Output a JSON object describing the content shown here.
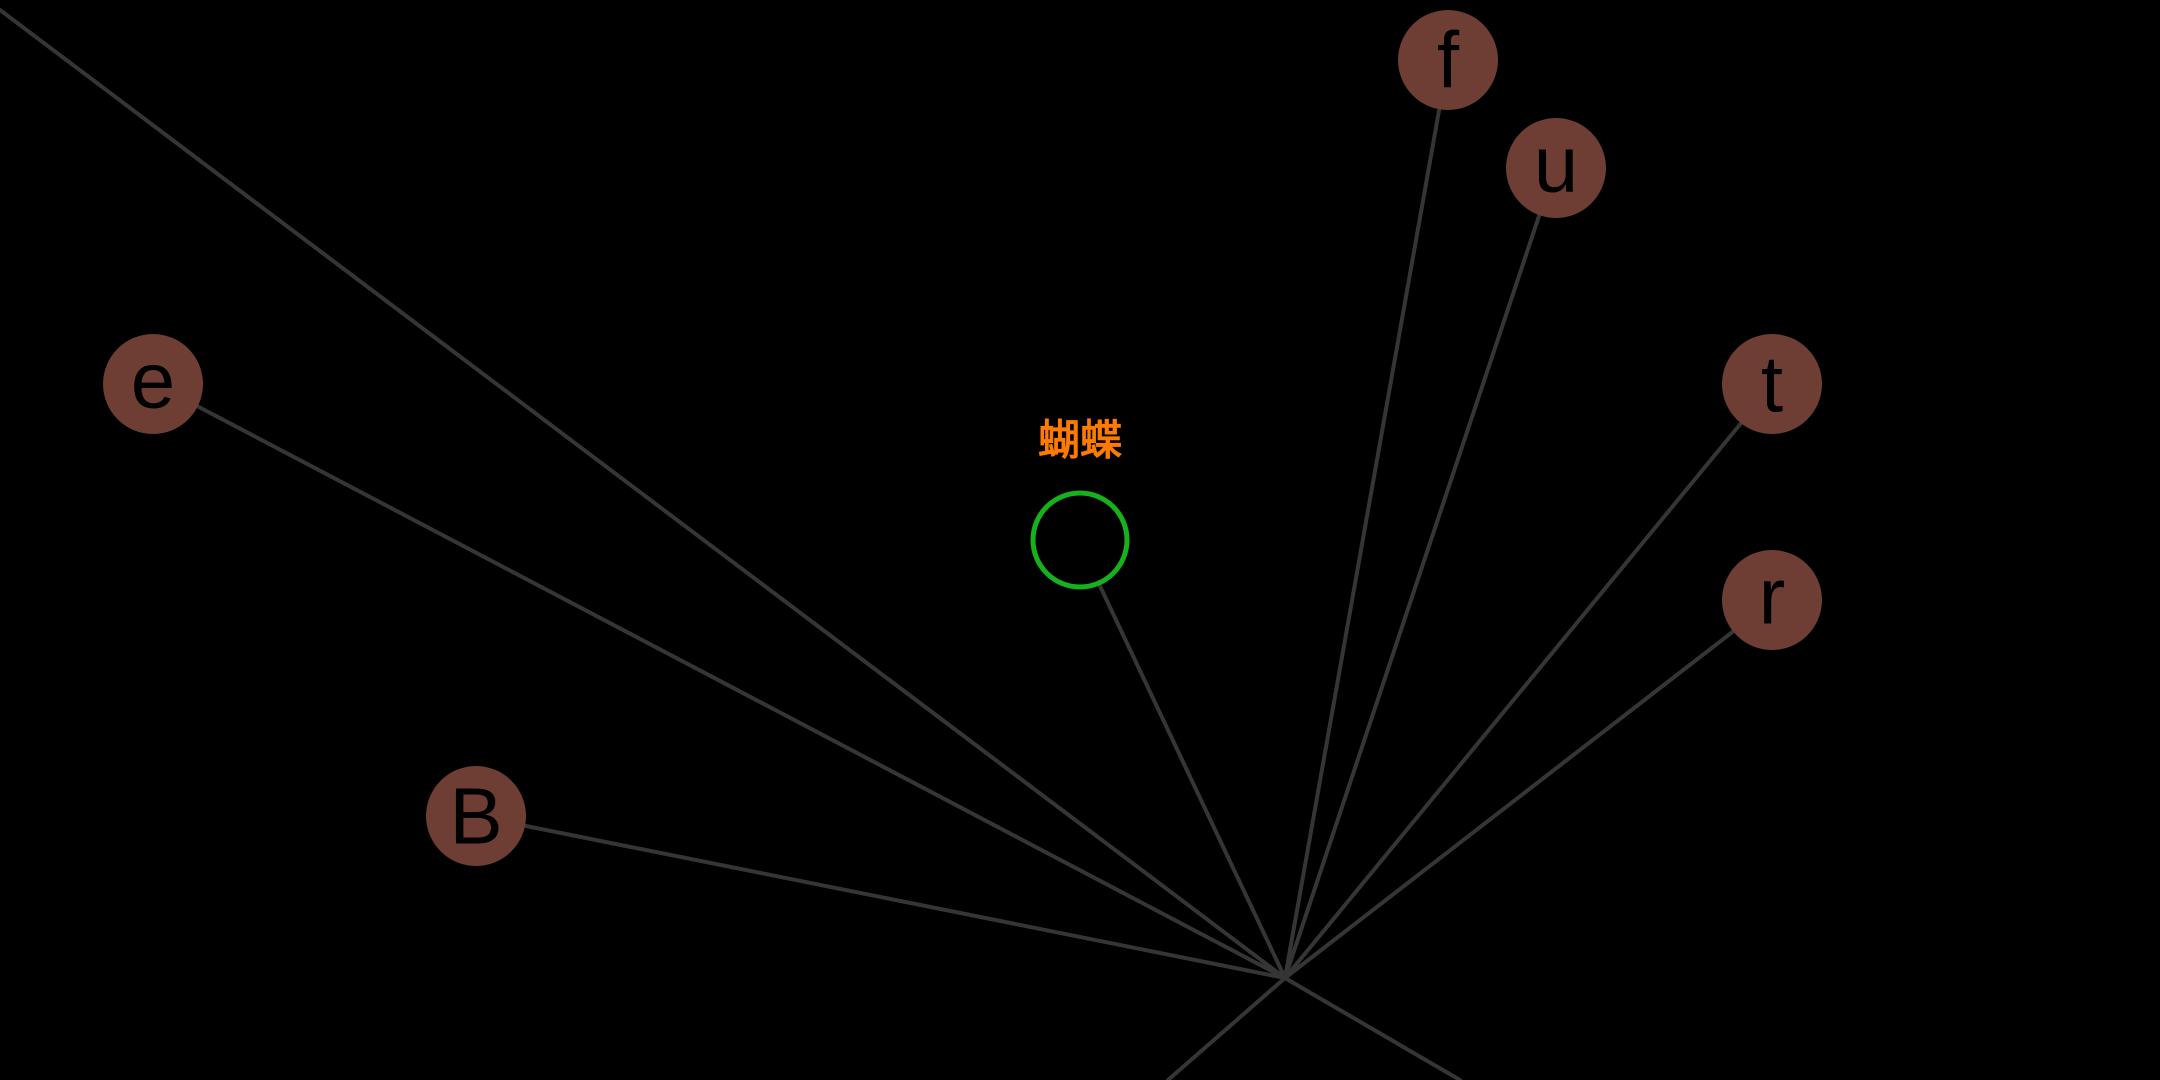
{
  "target": {
    "word": "蝴蝶",
    "word_color": "#ff7a00",
    "ring_color": "#16b21b"
  },
  "colors": {
    "background": "#000000",
    "spoke": "#353535",
    "node_fill": "#6e3e35",
    "node_text": "#000000"
  },
  "nodes": [
    {
      "id": "f",
      "letter": "f"
    },
    {
      "id": "u",
      "letter": "u"
    },
    {
      "id": "e",
      "letter": "e"
    },
    {
      "id": "t",
      "letter": "t"
    },
    {
      "id": "r",
      "letter": "r"
    },
    {
      "id": "B",
      "letter": "B"
    }
  ]
}
